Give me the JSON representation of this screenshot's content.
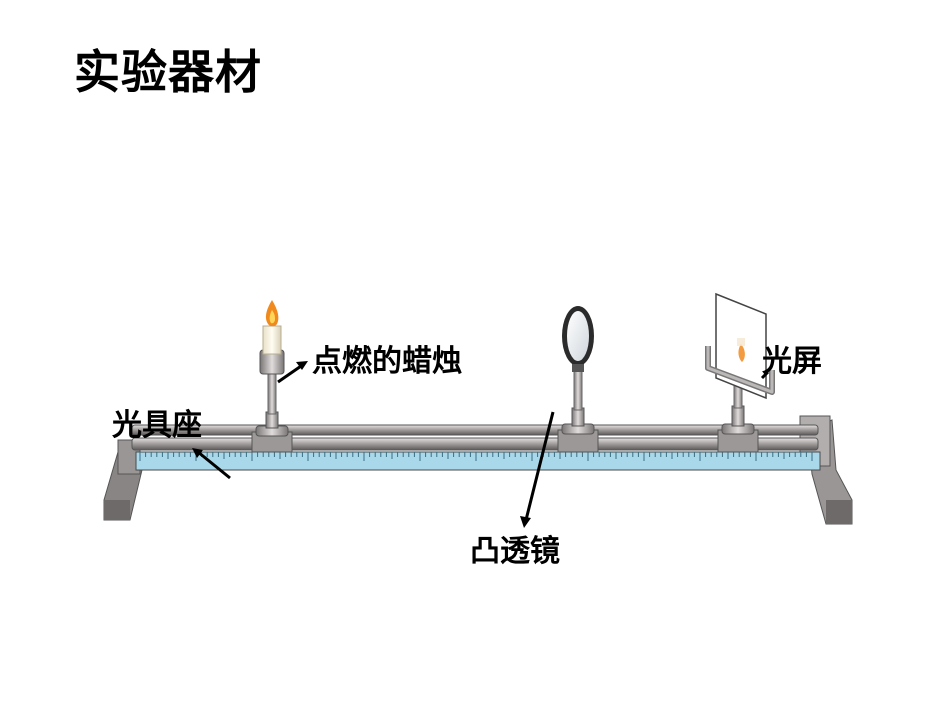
{
  "title": "实验器材",
  "labels": {
    "candle": "点燃的蜡烛",
    "bench": "光具座",
    "lens": "凸透镜",
    "screen": "光屏"
  },
  "colors": {
    "rail_dark": "#6d6a6a",
    "rail_light": "#bdb8b8",
    "scale": "#9fd3e6",
    "flame": "#f08a1e"
  }
}
